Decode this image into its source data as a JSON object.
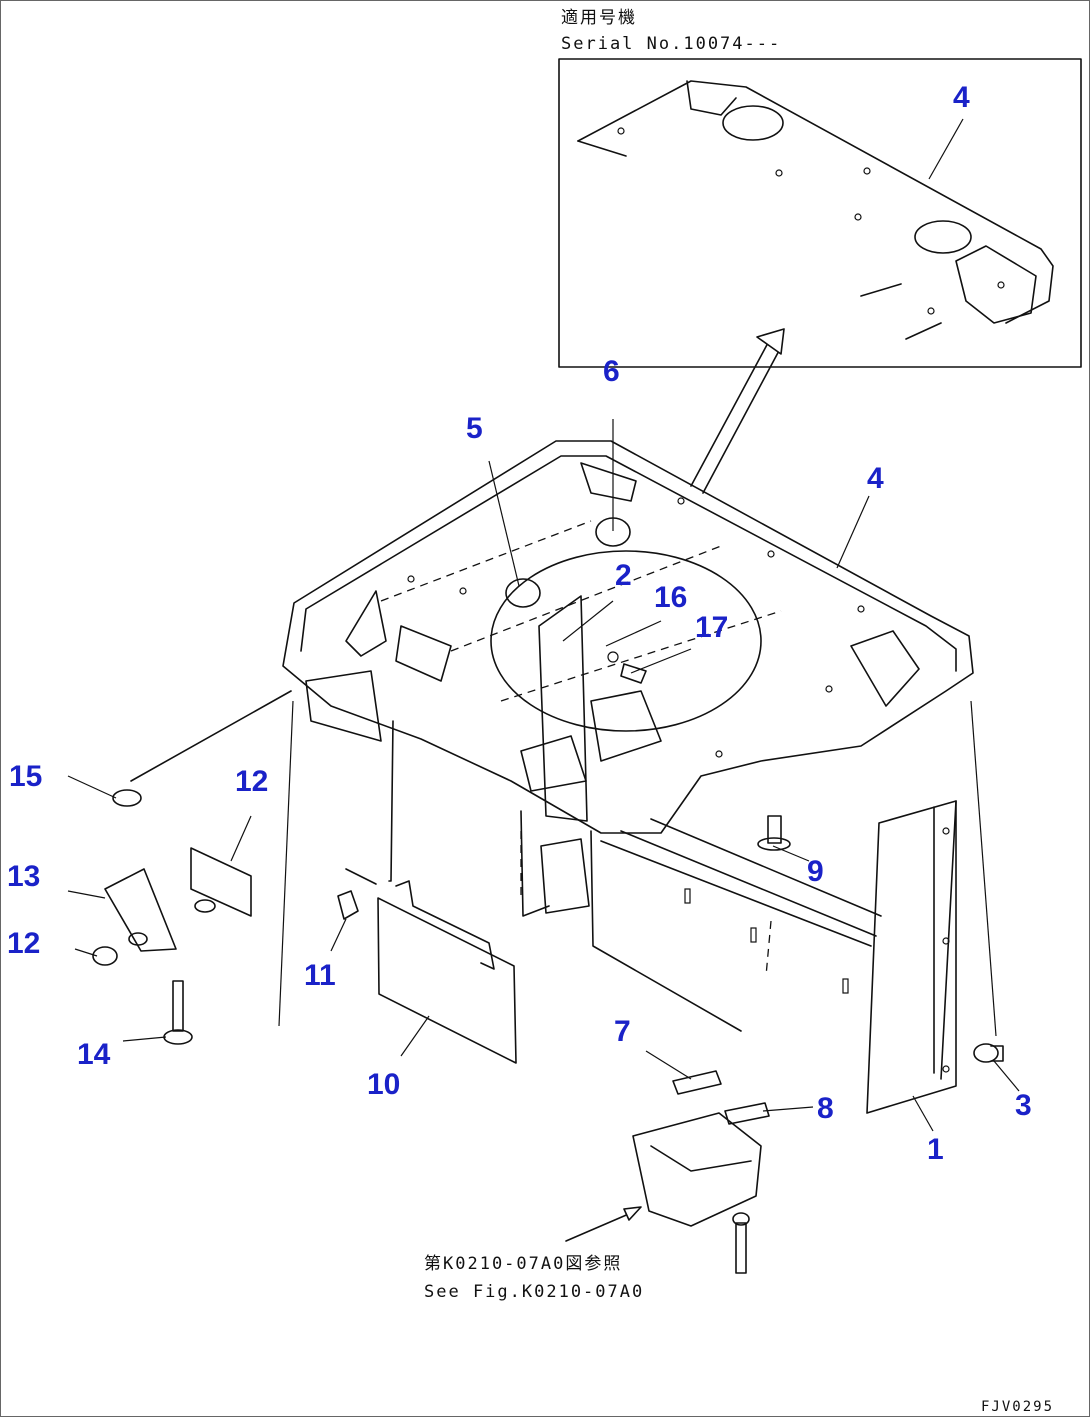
{
  "inset_note": {
    "line1": "適用号機",
    "line2": "Serial No.10074---"
  },
  "reference_note": {
    "line1": "第K0210-07A0図参照",
    "line2": "See Fig.K0210-07A0"
  },
  "figure_code": "FJV0295",
  "callouts": {
    "c1": "1",
    "c2": "2",
    "c3": "3",
    "c4_inset": "4",
    "c4_main": "4",
    "c5": "5",
    "c6": "6",
    "c7": "7",
    "c8": "8",
    "c9": "9",
    "c10": "10",
    "c11": "11",
    "c12_top": "12",
    "c12_bottom": "12",
    "c13": "13",
    "c14": "14",
    "c15": "15",
    "c16": "16",
    "c17": "17"
  },
  "colors": {
    "callout": "#1a22c8",
    "line": "#111111"
  }
}
